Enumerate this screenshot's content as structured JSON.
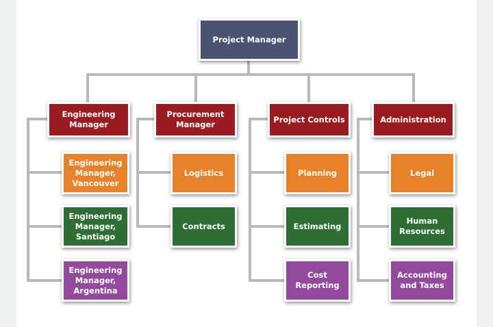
{
  "root": {
    "label": "Project Manager",
    "color": "#4a5470"
  },
  "departments": [
    {
      "label": "Engineering Manager",
      "children": [
        "Engineering Manager, Vancouver",
        "Engineering Manager, Santiago",
        "Engineering Manager, Argentina"
      ]
    },
    {
      "label": "Procurement Manager",
      "children": [
        "Logistics",
        "Contracts"
      ]
    },
    {
      "label": "Project Controls",
      "children": [
        "Planning",
        "Estimating",
        "Cost Reporting"
      ]
    },
    {
      "label": "Administration",
      "children": [
        "Legal",
        "Human Resources",
        "Accounting and Taxes"
      ]
    }
  ],
  "colors": {
    "department": "#9b1c20",
    "row1": "#e8822a",
    "row2": "#2e6e35",
    "row3": "#944a9c",
    "connector": "#b9b9b9"
  }
}
